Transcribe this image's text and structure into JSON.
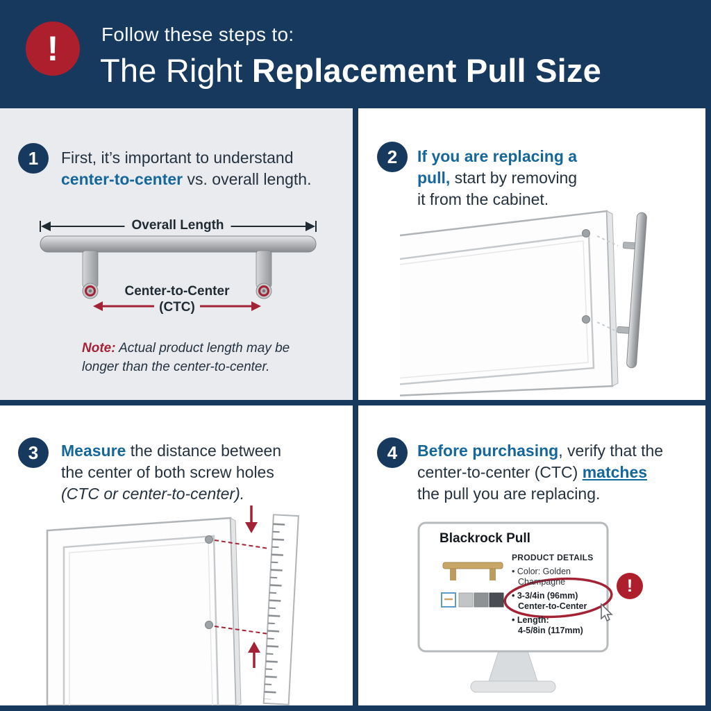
{
  "colors": {
    "navy": "#17395e",
    "steel_blue": "#15679a",
    "crimson": "#a32336",
    "badge_red": "#ae1f2d",
    "panel_gray": "#e9ebef",
    "gold": "#c8a668",
    "silver": "#b6b8bb"
  },
  "header": {
    "alert_icon": "!",
    "intro": "Follow these steps to:",
    "title_regular": "The Right ",
    "title_bold": "Replacement Pull Size"
  },
  "step1": {
    "number": "1",
    "line1": "First, it’s important to understand",
    "line2_em": "center-to-center",
    "line2_rest": " vs. overall length.",
    "overall_length_label": "Overall Length",
    "ctc_label": "Center-to-Center",
    "ctc_abbr": "(CTC)",
    "note_label": "Note:",
    "note_rest": " Actual product length may be",
    "note_line2": "longer than the center-to-center."
  },
  "step2": {
    "number": "2",
    "line1_em": "If you are replacing a",
    "line2_em": "pull,",
    "line2_rest": " start by removing",
    "line3": "it from the cabinet."
  },
  "step3": {
    "number": "3",
    "line1_em": "Measure",
    "line1_rest": " the distance between",
    "line2": "the center of both screw holes",
    "line3": "(CTC or center-to-center)."
  },
  "step4": {
    "number": "4",
    "line1_em": "Before purchasing",
    "line1_rest": ", verify that the",
    "line2_start": "center-to-center (CTC) ",
    "line2_link": "matches",
    "line3": "the pull you are replacing.",
    "monitor": {
      "product_title": "Blackrock Pull",
      "details_heading": "PRODUCT DETAILS",
      "bullet1_l1": "• Color: Golden",
      "bullet1_l2": "Champagne",
      "bullet2_l1": "• 3-3/4in (96mm)",
      "bullet2_l2": "Center-to-Center",
      "bullet3_l1": "• Length:",
      "bullet3_l2": "4-5/8in (117mm)",
      "alert_icon": "!"
    }
  }
}
